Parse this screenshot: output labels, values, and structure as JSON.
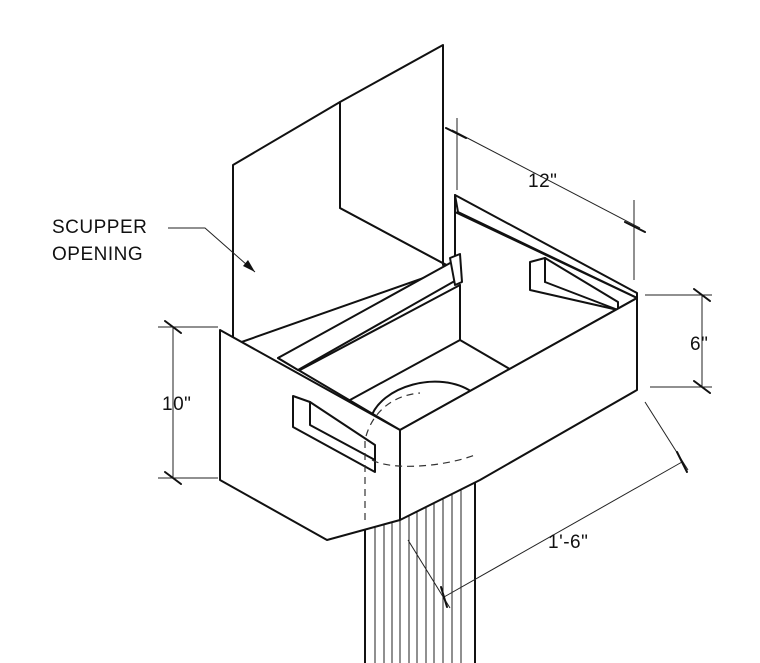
{
  "labels": {
    "callout_line1": "SCUPPER",
    "callout_line2": "OPENING",
    "dim_width": "12\"",
    "dim_height_side": "6\"",
    "dim_height_front": "10\"",
    "dim_depth": "1'-6\""
  },
  "colors": {
    "line": "#111111",
    "background": "#ffffff"
  }
}
